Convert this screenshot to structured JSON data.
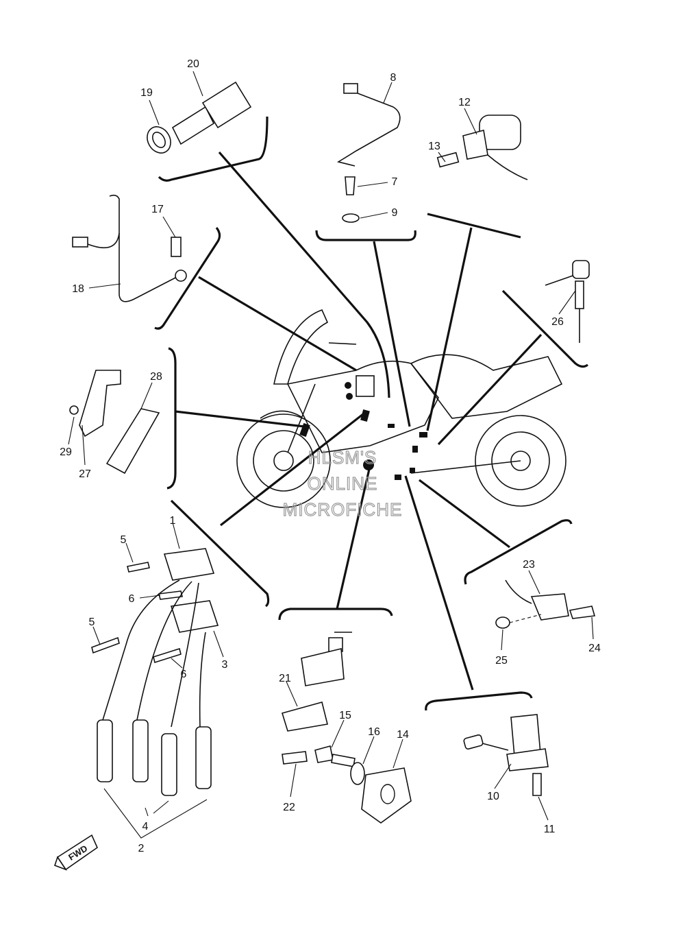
{
  "watermark": {
    "line1": "HLSM'S",
    "line2": "ONLINE",
    "line3": "MICROFICHE"
  },
  "fwd_label": "FWD",
  "callouts": [
    "1",
    "2",
    "3",
    "4",
    "5",
    "5",
    "6",
    "6",
    "7",
    "8",
    "9",
    "10",
    "11",
    "12",
    "13",
    "14",
    "15",
    "16",
    "17",
    "18",
    "19",
    "20",
    "21",
    "22",
    "23",
    "24",
    "25",
    "26",
    "27",
    "28",
    "29"
  ]
}
